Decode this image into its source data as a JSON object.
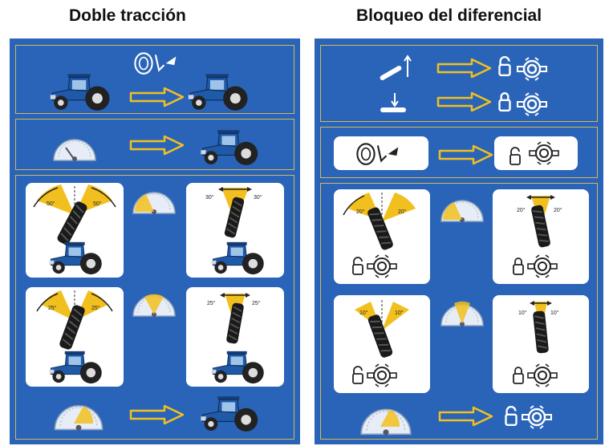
{
  "left_panel": {
    "title": "Doble tracción"
  },
  "right_panel": {
    "title": "Bloqueo del diferencial"
  },
  "angle_labels": {
    "l_card1": [
      "50°",
      "50°"
    ],
    "l_card2": [
      "30°",
      "30°"
    ],
    "l_card3": [
      "25°",
      "25°"
    ],
    "l_card4": [
      "25°",
      "25°"
    ],
    "r_card1": [
      "20°",
      "20°"
    ],
    "r_card2": [
      "20°",
      "20°"
    ],
    "r_card3": [
      "10°",
      "10°"
    ],
    "r_card4": [
      "10°",
      "10°"
    ]
  },
  "colors": {
    "panel": "#2a64b8",
    "frame": "#d4b85a",
    "accent": "#f2c01e",
    "tractor": "#1f5aa8"
  }
}
